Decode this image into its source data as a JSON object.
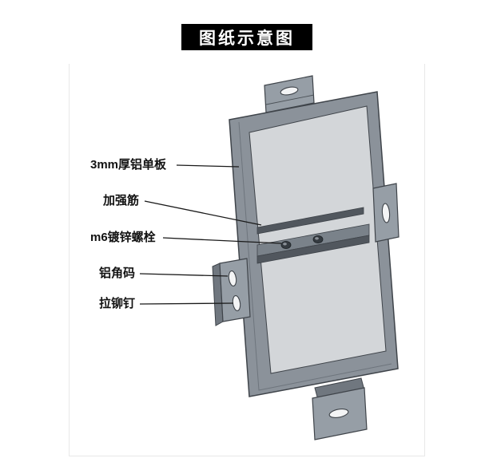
{
  "title": "图纸示意图",
  "labels": [
    {
      "text": "3mm厚铝单板"
    },
    {
      "text": "加强筋"
    },
    {
      "text": "m6镀锌螺栓"
    },
    {
      "text": "铝角码"
    },
    {
      "text": "拉铆钉"
    }
  ],
  "colors": {
    "banner_bg": "#000000",
    "banner_text": "#ffffff",
    "panel_frame": "#8b929a",
    "panel_face": "#d3d6d9",
    "outline": "#3f444a",
    "bracket": "#969ea6",
    "rib_top": "#7a828a",
    "rib_dark": "#51575e",
    "leader": "#1a1a1a"
  }
}
